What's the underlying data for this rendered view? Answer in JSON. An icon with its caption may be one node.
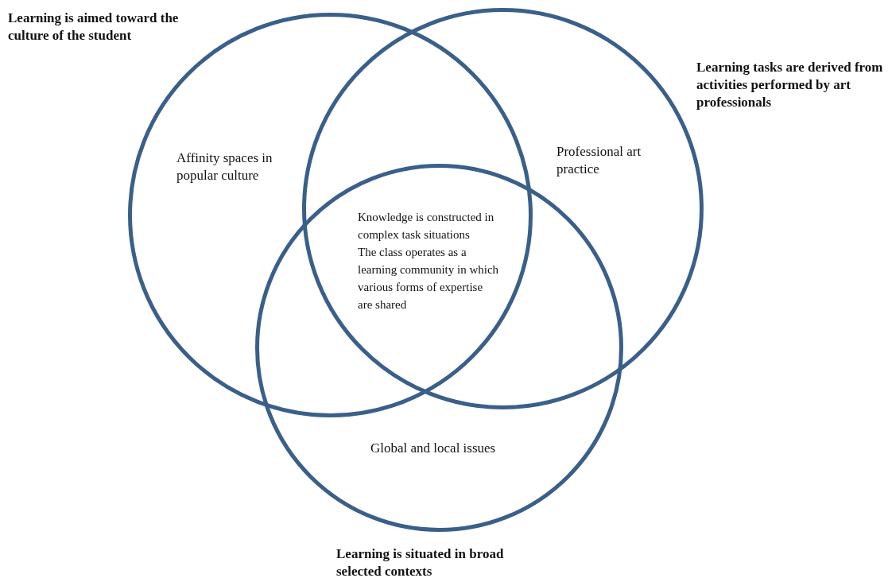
{
  "diagram": {
    "nodes": [
      {
        "text": [
          "Learning is aimed toward the culture of the student",
          "Affinity spaces in popular culture"
        ]
      },
      {
        "text": [
          "Learning tasks are derived from activities performed by art professionals",
          "Professional art practice"
        ]
      },
      {
        "text": [
          "Global and local issues",
          "Learning is situated in broad selected contexts"
        ]
      }
    ],
    "edges": [],
    "labels": [
      "Knowledge is constructed in complex task situations",
      "The class operates as a learning community in which various forms of expertise are shared"
    ]
  }
}
